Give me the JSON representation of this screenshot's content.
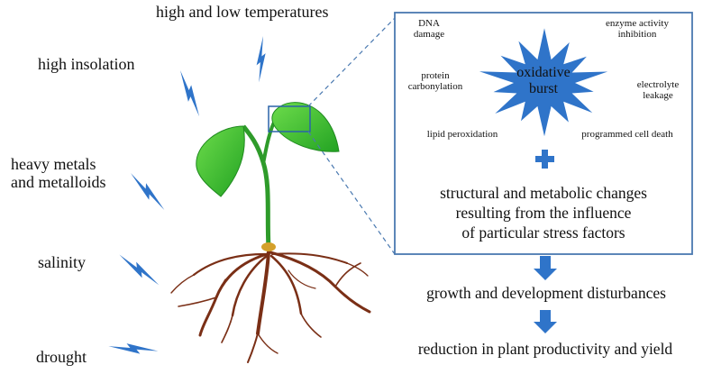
{
  "stress_factors": {
    "temperature": "high and low temperatures",
    "insolation": "high insolation",
    "metals": "heavy metals\nand metalloids",
    "salinity": "salinity",
    "drought": "drought"
  },
  "burst": {
    "center": "oxidative\nburst",
    "effects": {
      "dna": "DNA\ndamage",
      "enzyme": "enzyme activity\ninhibition",
      "protein": "protein\ncarbonylation",
      "electrolyte": "electrolyte\nleakage",
      "lipid": "lipid peroxidation",
      "pcd": "programmed cell death"
    }
  },
  "changes": "structural and metabolic changes\nresulting from the influence\nof particular stress factors",
  "outcomes": {
    "growth": "growth and development disturbances",
    "yield": "reduction in plant productivity and yield"
  },
  "colors": {
    "accent_blue": "#2f74c9",
    "box_border": "#4a79b0",
    "leaf_green": "#3ec33a",
    "stem_green": "#2e9b2a",
    "root_brown": "#7a2f16"
  }
}
